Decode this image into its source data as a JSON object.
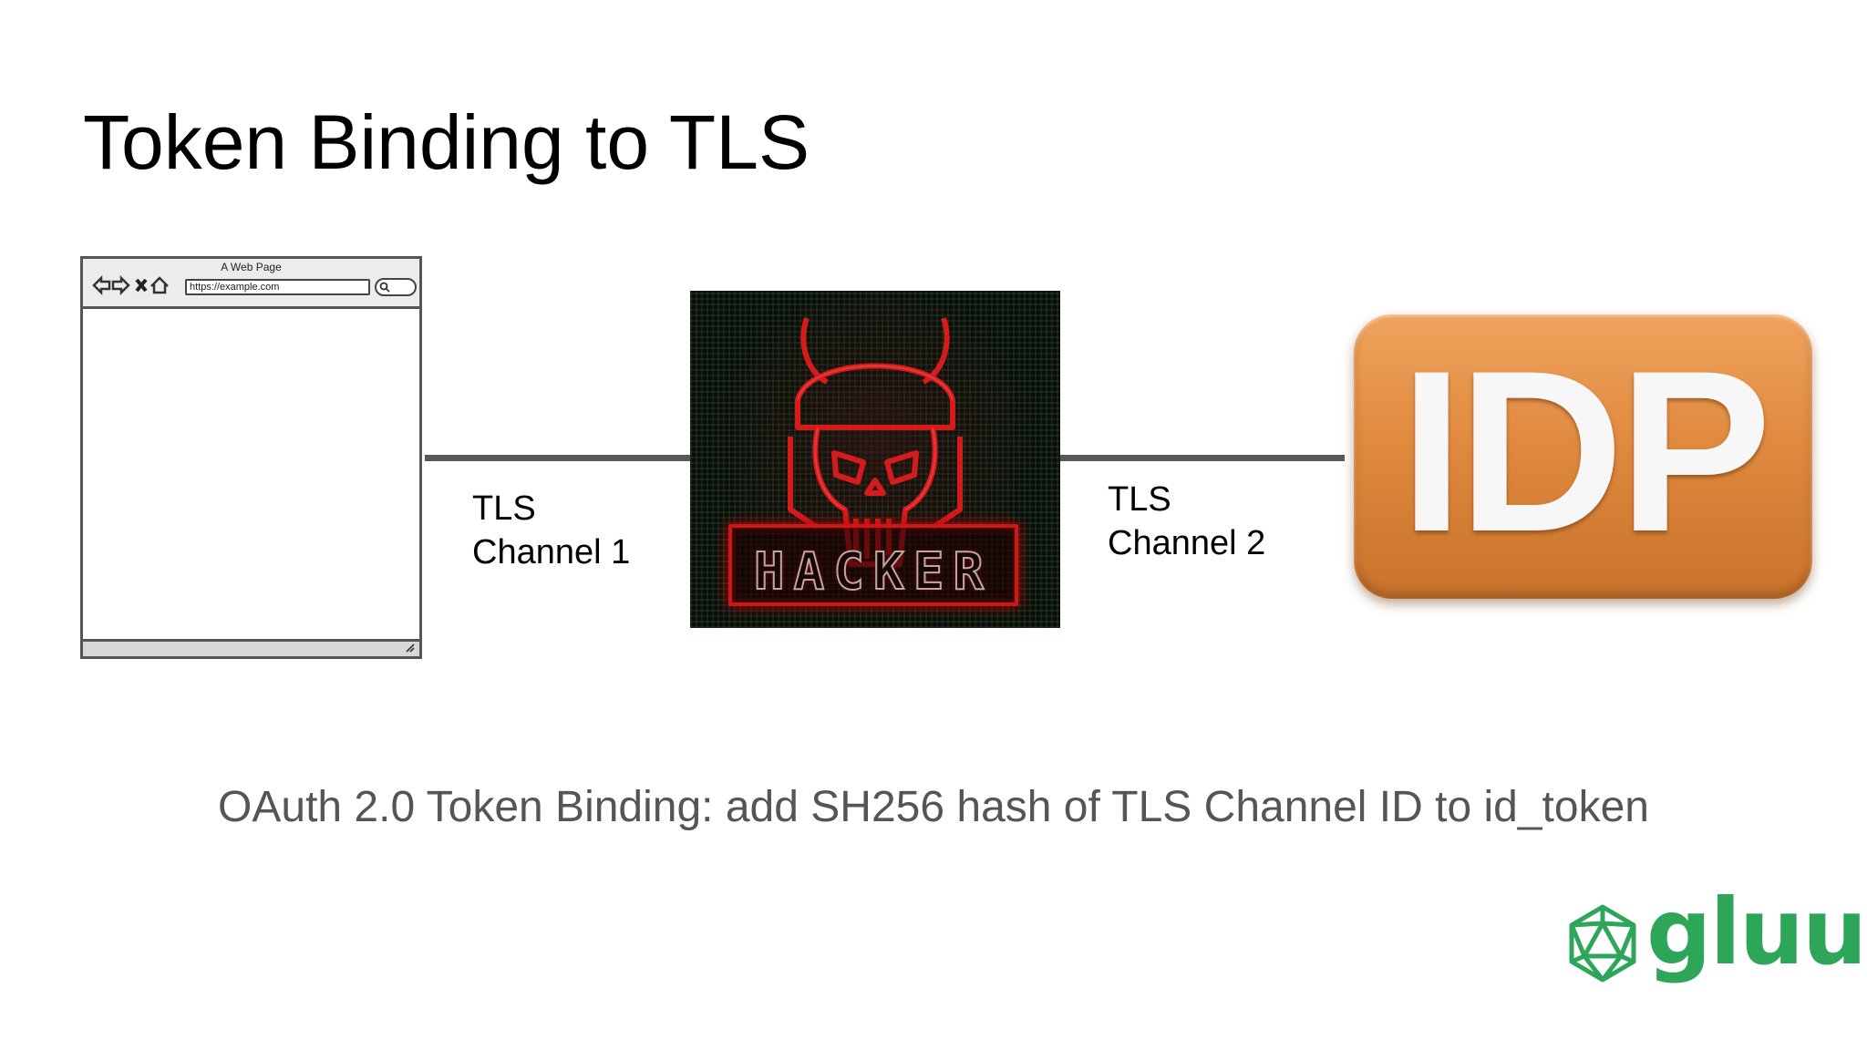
{
  "slide": {
    "title": "Token Binding to TLS",
    "caption": "OAuth 2.0 Token Binding: add SH256 hash of TLS Channel ID to id_token"
  },
  "diagram": {
    "browser": {
      "window_title": "A Web Page",
      "url": "https://example.com",
      "icons": [
        "back-arrow-icon",
        "forward-arrow-icon",
        "close-icon",
        "home-icon",
        "search-icon"
      ]
    },
    "channel1": {
      "line1": "TLS",
      "line2": "Channel 1"
    },
    "hacker": {
      "text": "HACKER",
      "colors": {
        "accent": "#d01717",
        "background": "#0b0d0b"
      }
    },
    "channel2": {
      "line1": "TLS",
      "line2": "Channel 2"
    },
    "idp": {
      "text": "IDP",
      "color": "#e08a3f"
    }
  },
  "brand": {
    "name": "gluu",
    "color": "#2ea65a"
  }
}
